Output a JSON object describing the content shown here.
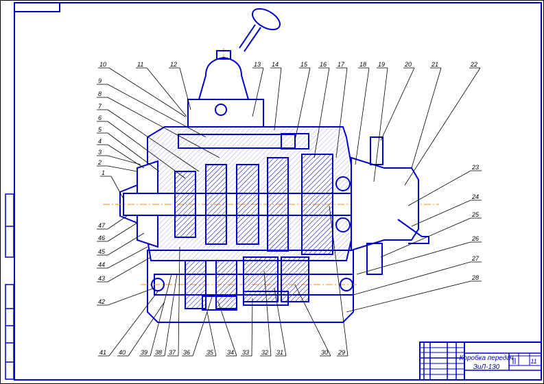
{
  "title_block": {
    "drawing_title_line1": "Коробка передач",
    "drawing_title_line2": "ЗиЛ-130",
    "sheet_number": "11"
  },
  "callouts": {
    "top": [
      "10",
      "11",
      "12",
      "13",
      "14",
      "15",
      "16",
      "17",
      "18",
      "19",
      "20",
      "21",
      "22"
    ],
    "left": [
      "9",
      "8",
      "7",
      "6",
      "5",
      "4",
      "3",
      "2",
      "1",
      "47",
      "46",
      "45",
      "44",
      "43",
      "42"
    ],
    "right": [
      "23",
      "24",
      "25",
      "26",
      "27",
      "28"
    ],
    "bottom": [
      "41",
      "40",
      "39",
      "38",
      "37",
      "36",
      "35",
      "34",
      "33",
      "32",
      "31",
      "30",
      "29"
    ]
  },
  "colors": {
    "outline": "#0000cc",
    "axis": "#ff8c00",
    "hatch": "#0000cc",
    "leader": "#000000"
  }
}
